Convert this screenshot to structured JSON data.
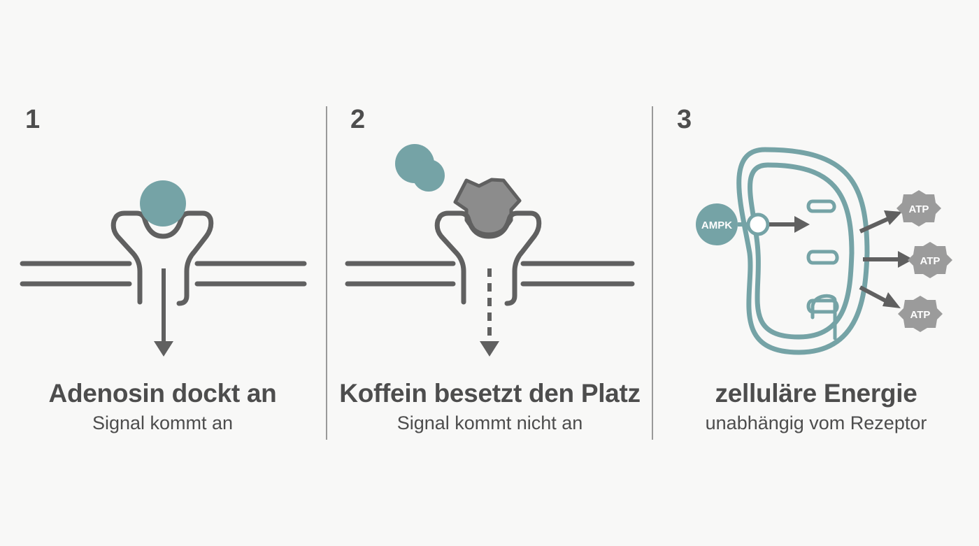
{
  "panels": [
    {
      "number": "1",
      "title": "Adenosin dockt an",
      "subtitle": "Signal kommt an"
    },
    {
      "number": "2",
      "title": "Koffein besetzt den Platz",
      "subtitle": "Signal kommt nicht an"
    },
    {
      "number": "3",
      "title": "zelluläre Energie",
      "subtitle": "unabhängig vom Rezeptor",
      "labels": {
        "ampk": "AMPK",
        "atp": [
          "ATP",
          "ATP",
          "ATP"
        ]
      }
    }
  ],
  "colors": {
    "teal": "#75a3a6",
    "dark_gray": "#606060",
    "caffeine_gray": "#8c8c8c",
    "atp_gray": "#9b9b9b",
    "text": "#4d4d4d",
    "background": "#f8f8f7"
  },
  "icons": {
    "panel1": [
      "cell-membrane",
      "receptor-icon",
      "adenosin-molecule-icon",
      "signal-arrow-icon"
    ],
    "panel2": [
      "cell-membrane",
      "receptor-icon",
      "koffein-molecule-icon",
      "blocked-signal-arrow-icon"
    ],
    "panel3": [
      "mitochondrion-icon",
      "ampk-node-icon",
      "atp-badge-icon"
    ]
  }
}
